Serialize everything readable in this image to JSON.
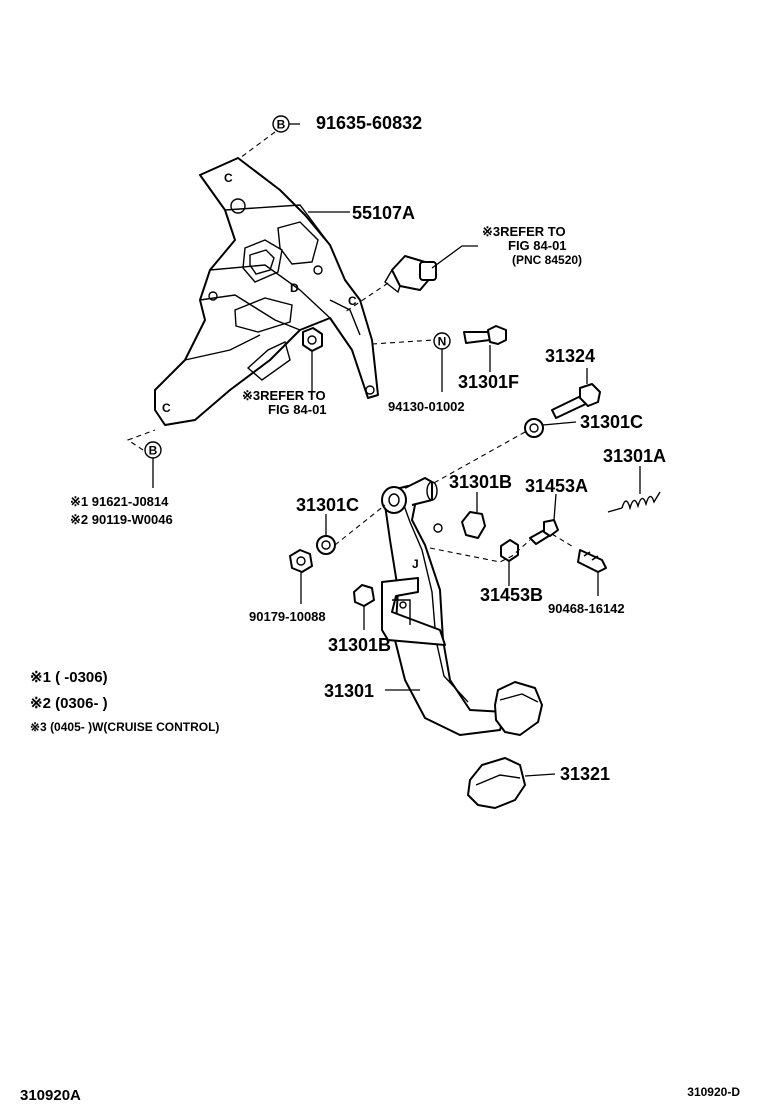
{
  "callouts": {
    "p_91635": "91635-60832",
    "p_55107A": "55107A",
    "note_refer_a_l1": "※3REFER TO",
    "note_refer_a_l2": "FIG 84-01",
    "note_refer_a_l3": "(PNC 84520)",
    "p_94130": "94130-01002",
    "p_31301F": "31301F",
    "note_refer_b_l1": "※3REFER TO",
    "note_refer_b_l2": "FIG 84-01",
    "p_31324": "31324",
    "p_31301C_top": "31301C",
    "p_31301A": "31301A",
    "p_31301B_top": "31301B",
    "p_31453A": "31453A",
    "p_31301C_left": "31301C",
    "p_90179": "90179-10088",
    "p_31301B_bottom": "31301B",
    "p_31453B": "31453B",
    "p_90468": "90468-16142",
    "p_31301": "31301",
    "p_31321": "31321",
    "variant_1": "※1 91621-J0814",
    "variant_2": "※2 90119-W0046"
  },
  "badges": {
    "b_top": "B",
    "b_bottom": "B",
    "n_badge": "N"
  },
  "legend": {
    "line1": "※1 (  -0306)",
    "line2": "※2 (0306-  )",
    "line3": "※3 (0405-  )W(CRUISE CONTROL)"
  },
  "footer": {
    "left_code": "310920A",
    "right_code": "310920-D"
  }
}
